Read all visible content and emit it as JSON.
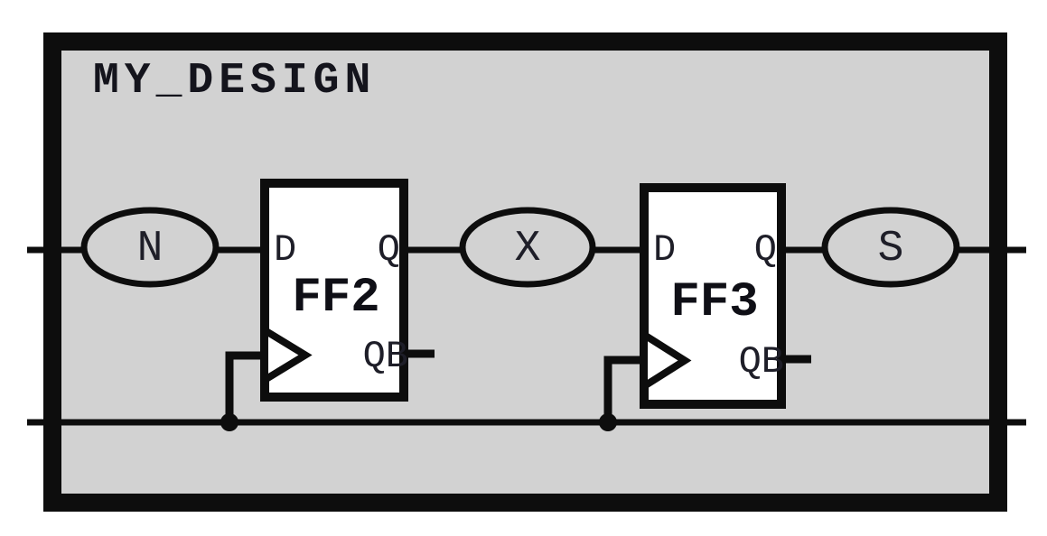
{
  "design": {
    "title": "MY_DESIGN",
    "colors": {
      "canvas": "#ffffff",
      "block_fill": "#d2d2d2",
      "module_fill": "#ffffff",
      "ink": "#0d0d0d"
    },
    "nets": [
      {
        "label": "N"
      },
      {
        "label": "X"
      },
      {
        "label": "S"
      }
    ],
    "modules": [
      {
        "name": "FF2",
        "pin_d": "D",
        "pin_q": "Q",
        "pin_qb": "QB"
      },
      {
        "name": "FF3",
        "pin_d": "D",
        "pin_q": "Q",
        "pin_qb": "QB"
      }
    ]
  }
}
